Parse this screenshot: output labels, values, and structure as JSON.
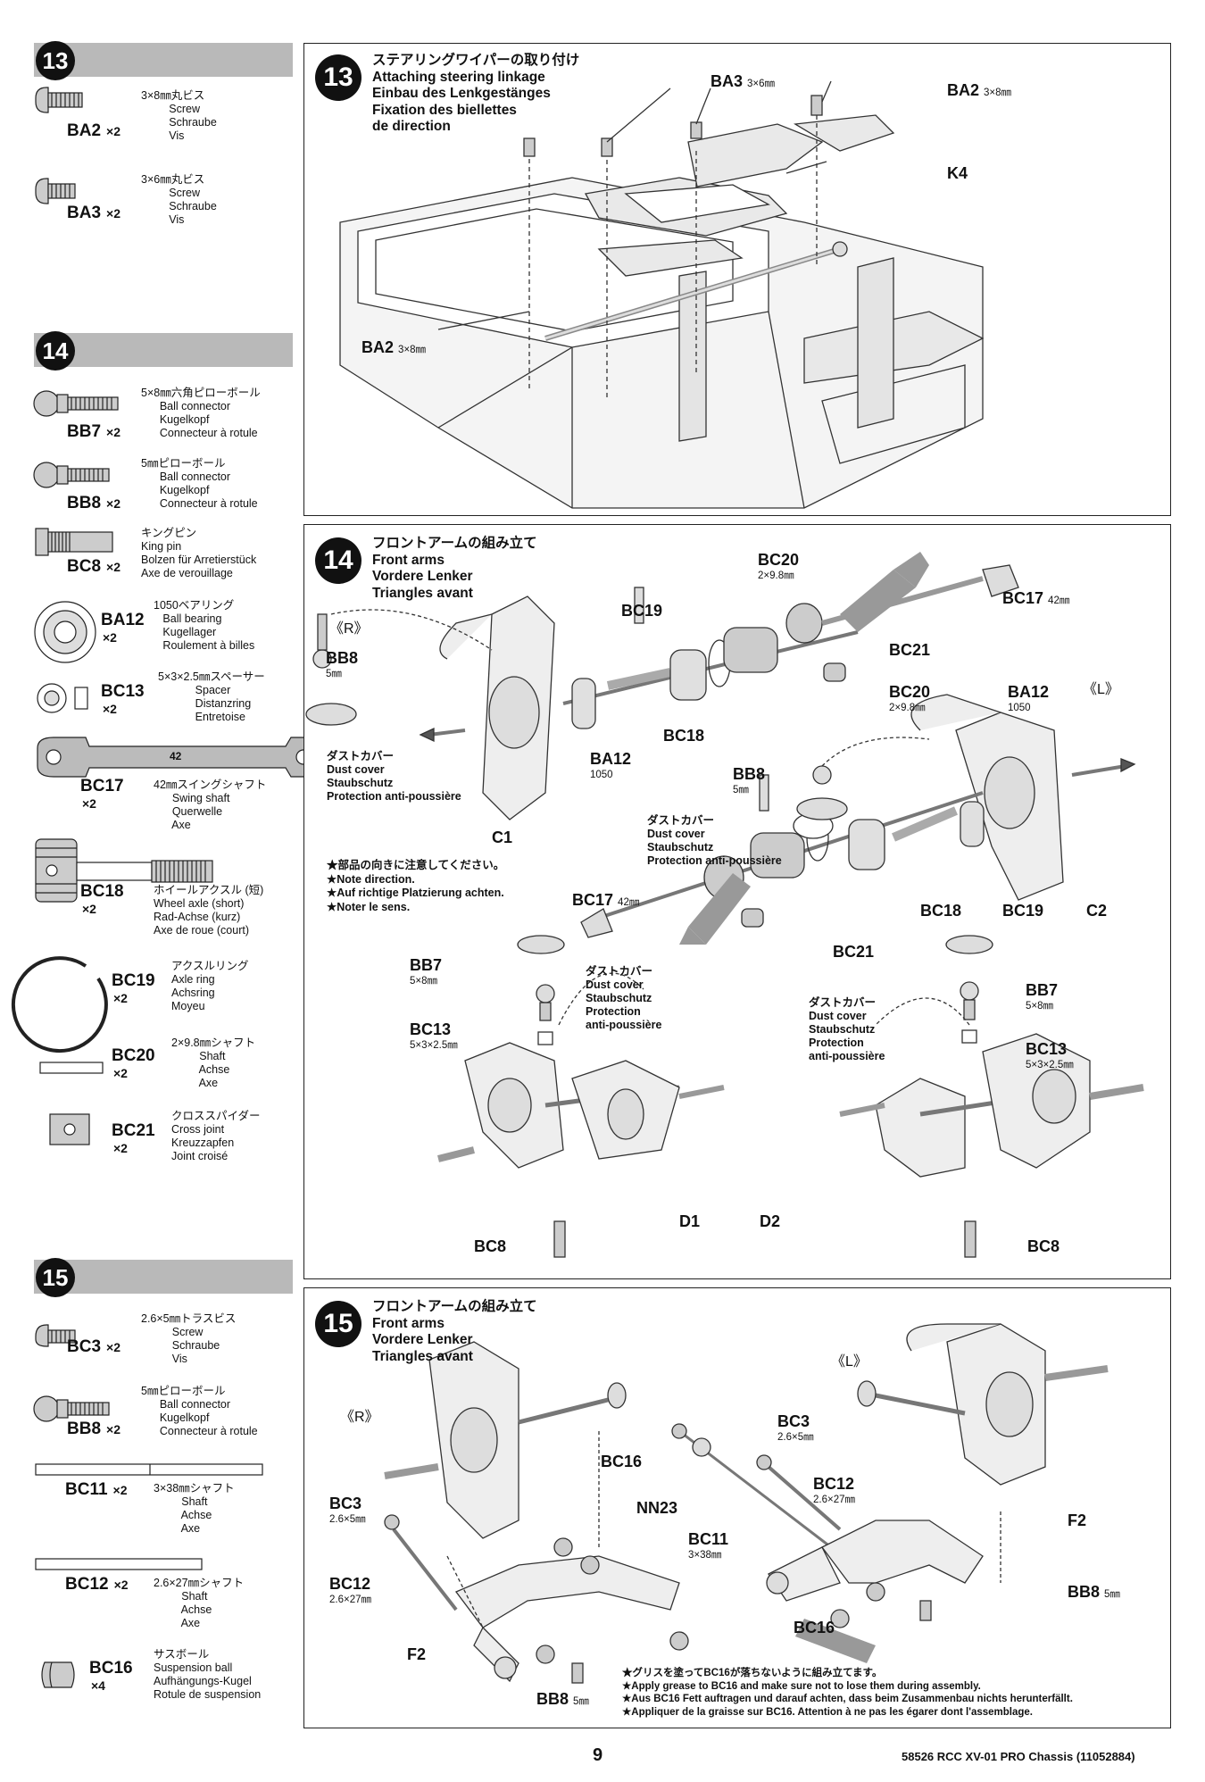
{
  "page_number": "9",
  "footer": "58526 RCC XV-01 PRO Chassis (11052884)",
  "sidebar": {
    "step13": {
      "num": "13",
      "parts": [
        {
          "code": "BA2",
          "qty": "×2",
          "desc": "3×8㎜丸ビス\n         Screw\n         Schraube\n         Vis"
        },
        {
          "code": "BA3",
          "qty": "×2",
          "desc": "3×6㎜丸ビス\n         Screw\n         Schraube\n         Vis"
        }
      ]
    },
    "step14": {
      "num": "14",
      "parts": [
        {
          "code": "BB7",
          "qty": "×2",
          "desc": "5×8㎜六角ピローボール\n      Ball connector\n      Kugelkopf\n      Connecteur à rotule"
        },
        {
          "code": "BB8",
          "qty": "×2",
          "desc": "5㎜ピローボール\n      Ball connector\n      Kugelkopf\n      Connecteur à rotule"
        },
        {
          "code": "BC8",
          "qty": "×2",
          "desc": "キングピン\nKing pin\nBolzen für Arretierstück\nAxe de verouillage"
        },
        {
          "code": "BA12",
          "qty": "×2",
          "desc": "1050ベアリング\n   Ball bearing\n   Kugellager\n   Roulement à billes"
        },
        {
          "code": "BC13",
          "qty": "×2",
          "desc": "5×3×2.5㎜スペーサー\n            Spacer\n            Distanzring\n            Entretoise"
        },
        {
          "code": "BC17",
          "qty": "×2",
          "desc": "42㎜スイングシャフト\n      Swing shaft\n      Querwelle\n      Axe",
          "bar": "42"
        },
        {
          "code": "BC18",
          "qty": "×2",
          "desc": "ホイールアクスル (短)\nWheel axle (short)\nRad-Achse (kurz)\nAxe de roue (court)"
        },
        {
          "code": "BC19",
          "qty": "×2",
          "desc": "アクスルリング\nAxle ring\nAchsring\nMoyeu"
        },
        {
          "code": "BC20",
          "qty": "×2",
          "desc": "2×9.8㎜シャフト\n         Shaft\n         Achse\n         Axe"
        },
        {
          "code": "BC21",
          "qty": "×2",
          "desc": "クロススパイダー\nCross joint\nKreuzzapfen\nJoint croisé"
        }
      ]
    },
    "step15": {
      "num": "15",
      "parts": [
        {
          "code": "BC3",
          "qty": "×2",
          "desc": "2.6×5㎜トラスビス\n          Screw\n          Schraube\n          Vis"
        },
        {
          "code": "BB8",
          "qty": "×2",
          "desc": "5㎜ピローボール\n      Ball connector\n      Kugelkopf\n      Connecteur à rotule"
        },
        {
          "code": "BC11",
          "qty": "×2",
          "desc": "3×38㎜シャフト\n         Shaft\n         Achse\n         Axe"
        },
        {
          "code": "BC12",
          "qty": "×2",
          "desc": "2.6×27㎜シャフト\n         Shaft\n         Achse\n         Axe"
        },
        {
          "code": "BC16",
          "qty": "×4",
          "desc": "サスボール\nSuspension ball\nAufhängungs-Kugel\nRotule de suspension"
        }
      ]
    }
  },
  "panel13": {
    "num": "13",
    "title": "ステアリングワイパーの取り付け\nAttaching steering linkage\nEinbau des Lenkgestänges\nFixation des biellettes\nde direction",
    "labels": {
      "ba3": "BA3",
      "ba3s": "3×6㎜",
      "ba2a": "BA2",
      "ba2as": "3×8㎜",
      "k4": "K4",
      "ba2b": "BA2",
      "ba2bs": "3×8㎜"
    }
  },
  "panel14": {
    "num": "14",
    "title": "フロントアームの組み立て\nFront arms\nVordere Lenker\nTriangles avant",
    "r": "《R》",
    "l": "《L》",
    "labels": {
      "bc20a": "BC20",
      "bc20as": "2×9.8㎜",
      "bc17a": "BC17",
      "bc17as": "42㎜",
      "bc19a": "BC19",
      "bc21a": "BC21",
      "bb8a": "BB8",
      "bb8as": "5㎜",
      "bc18a": "BC18",
      "ba12a": "BA12",
      "ba12as": "1050",
      "c1": "C1",
      "bc20b": "BC20",
      "bc20bs": "2×9.8㎜",
      "ba12b": "BA12",
      "ba12bs": "1050",
      "bb8b": "BB8",
      "bb8bs": "5㎜",
      "bc17b": "BC17",
      "bc17bs": "42㎜",
      "bc18b": "BC18",
      "bc19b": "BC19",
      "c2": "C2",
      "bc21b": "BC21",
      "bb7a": "BB7",
      "bb7as": "5×8㎜",
      "bc13a": "BC13",
      "bc13as": "5×3×2.5㎜",
      "d1": "D1",
      "bc8a": "BC8",
      "bb7b": "BB7",
      "bb7bs": "5×8㎜",
      "bc13b": "BC13",
      "bc13bs": "5×3×2.5㎜",
      "d2": "D2",
      "bc8b": "BC8"
    },
    "dust1": "ダストカバー\nDust cover\nStaubschutz\nProtection anti-poussière",
    "dust2": "ダストカバー\nDust cover\nStaubschutz\nProtection anti-poussière",
    "dust3": "ダストカバー\nDust cover\nStaubschutz\nProtection\nanti-poussière",
    "dust4": "ダストカバー\nDust cover\nStaubschutz\nProtection\nanti-poussière",
    "note": "★部品の向きに注意してください。\n★Note direction.\n★Auf richtige Platzierung achten.\n★Noter le sens."
  },
  "panel15": {
    "num": "15",
    "title": "フロントアームの組み立て\nFront arms\nVordere Lenker\nTriangles avant",
    "r": "《R》",
    "l": "《L》",
    "labels": {
      "bc3a": "BC3",
      "bc3as": "2.6×5㎜",
      "bc12a": "BC12",
      "bc12as": "2.6×27㎜",
      "f2a": "F2",
      "bc16a": "BC16",
      "nn23": "NN23",
      "bc11": "BC11",
      "bc11s": "3×38㎜",
      "bb8a": "BB8",
      "bb8as": "5㎜",
      "bc3b": "BC3",
      "bc3bs": "2.6×5㎜",
      "bc12b": "BC12",
      "bc12bs": "2.6×27㎜",
      "f2b": "F2",
      "bb8b": "BB8",
      "bb8bs": "5㎜",
      "bc16b": "BC16"
    },
    "note": "★グリスを塗ってBC16が落ちないように組み立てます。\n★Apply grease to BC16 and make sure not to lose them during assembly.\n★Aus BC16 Fett auftragen und darauf achten, dass beim Zusammenbau nichts herunterfällt.\n★Appliquer de la graisse sur BC16. Attention à ne pas les égarer dont l'assemblage."
  }
}
